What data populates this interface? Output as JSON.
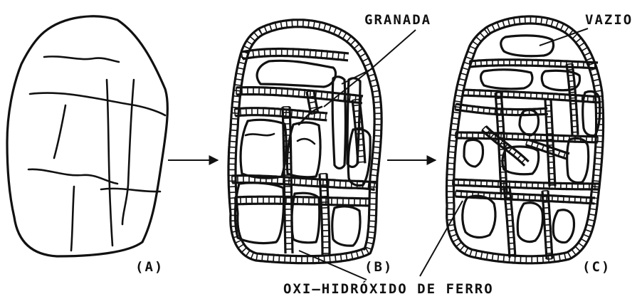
{
  "panels": [
    {
      "id": "A",
      "label": "(A)"
    },
    {
      "id": "B",
      "label": "(B)"
    },
    {
      "id": "C",
      "label": "(C)"
    }
  ],
  "annotations": {
    "granada": "GRANADA",
    "vazio": "VAZIO",
    "oxi_hidroxido": "OXI–HIDRÓXIDO DE FERRO"
  }
}
